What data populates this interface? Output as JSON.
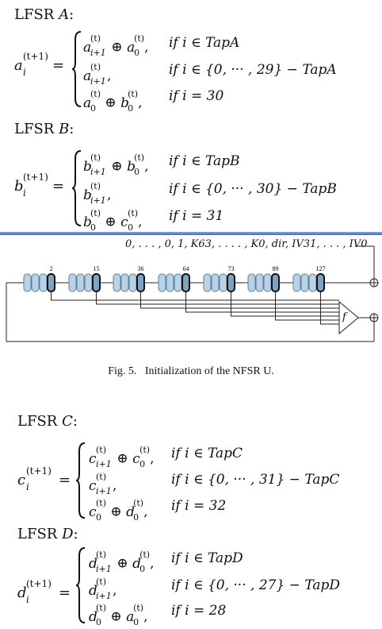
{
  "lfsrA": {
    "heading_prefix": "LFSR ",
    "heading_name": "A",
    "heading_suffix": ":",
    "lhs_var": "a",
    "rows": [
      {
        "expr": "a(t)i+1 ⊕ a(t)0,",
        "cond": "if i ∈ TapA"
      },
      {
        "expr": "a(t)i+1,",
        "cond": "if i ∈ {0, ··· , 29} − TapA"
      },
      {
        "expr": "a(t)0 ⊕ b(t)0,",
        "cond": "if i = 30"
      }
    ]
  },
  "lfsrB": {
    "heading_prefix": "LFSR ",
    "heading_name": "B",
    "heading_suffix": ":",
    "lhs_var": "b",
    "rows": [
      {
        "expr": "b(t)i+1 ⊕ b(t)0,",
        "cond": "if i ∈ TapB"
      },
      {
        "expr": "b(t)i+1,",
        "cond": "if i ∈ {0, ··· , 30} − TapB"
      },
      {
        "expr": "b(t)0 ⊕ c(t)0,",
        "cond": "if i = 31"
      }
    ]
  },
  "figure": {
    "input_label": "0, . . . , 0, 1, K63, . . . . , K0, dir, IV31, . . . , IV0",
    "cell_labels": [
      "2",
      "15",
      "36",
      "64",
      "73",
      "89",
      "127"
    ],
    "f_label": "f",
    "caption_prefix": "Fig. 5.",
    "caption_text": "Initialization of the NFSR U."
  },
  "lfsrC": {
    "heading_prefix": "LFSR ",
    "heading_name": "C",
    "heading_suffix": ":",
    "lhs_var": "c",
    "rows": [
      {
        "expr": "c(t)i+1 ⊕ c(t)0,",
        "cond": "if i ∈ TapC"
      },
      {
        "expr": "c(t)i+1,",
        "cond": "if i ∈ {0, ··· , 31} − TapC"
      },
      {
        "expr": "c(t)0 ⊕ d(t)0,",
        "cond": "if i = 32"
      }
    ]
  },
  "lfsrD": {
    "heading_prefix": "LFSR ",
    "heading_name": "D",
    "heading_suffix": ":",
    "lhs_var": "d",
    "rows": [
      {
        "expr": "d(t)i+1 ⊕ d(t)0,",
        "cond": "if i ∈ TapD"
      },
      {
        "expr": "d(t)i+1,",
        "cond": "if i ∈ {0, ··· , 27} − TapD"
      },
      {
        "expr": "d(t)0 ⊕ a(t)0,",
        "cond": "if i = 28"
      }
    ]
  },
  "common": {
    "sup_t": "(t)",
    "sup_t1": "(t+1)",
    "sub_i": "i",
    "equals": "="
  }
}
